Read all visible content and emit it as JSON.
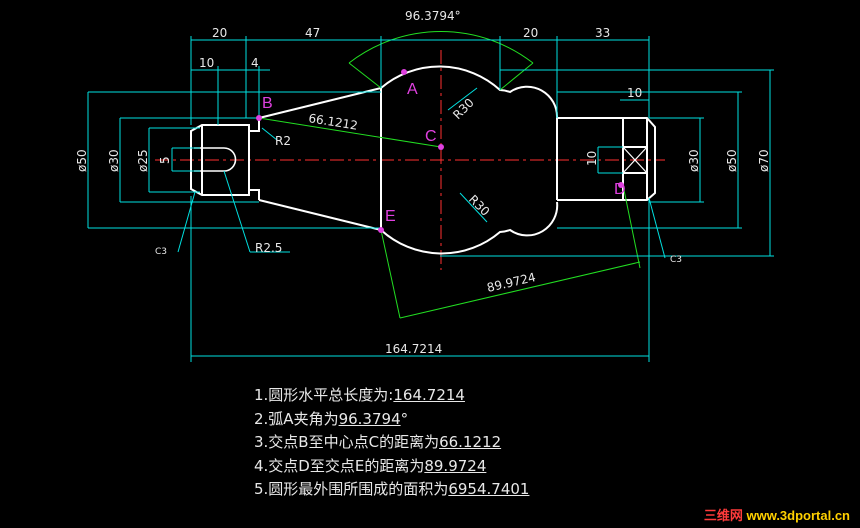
{
  "dimensions": {
    "d20_left": "20",
    "d47": "47",
    "angle": "96.3794°",
    "d20_right": "20",
    "d33": "33",
    "d10_left": "10",
    "d4": "4",
    "d10_right": "10",
    "d10_slot": "10",
    "phi50_left": "ø50",
    "phi30_left": "ø30",
    "phi25": "ø25",
    "d5": "5",
    "phi30_right": "ø30",
    "phi50_right": "ø50",
    "phi70": "ø70",
    "r2": "R2",
    "r30_top": "R30",
    "r30_bot": "R30",
    "r25": "R2.5",
    "c3_left": "C3",
    "c3_right": "C3",
    "bc": "66.1212",
    "de": "89.9724",
    "total": "164.7214"
  },
  "points": {
    "a": "A",
    "b": "B",
    "c": "C",
    "d": "D",
    "e": "E"
  },
  "notes": [
    {
      "text": "1.圆形水平总长度为:",
      "value": "164.7214",
      "suffix": ""
    },
    {
      "text": "2.弧A夹角为",
      "value": "96.3794",
      "suffix": "°"
    },
    {
      "text": "3.交点B至中心点C的距离为",
      "value": "66.1212",
      "suffix": ""
    },
    {
      "text": "4.交点D至交点E的距离为",
      "value": "89.9724",
      "suffix": ""
    },
    {
      "text": "5.圆形最外围所围成的面积为",
      "value": "6954.7401",
      "suffix": ""
    }
  ],
  "watermark": {
    "brand": "三维网",
    "url": "www.3dportal.cn"
  },
  "colors": {
    "outline": "#ffffff",
    "dimension": "#00e0e0",
    "center_line": "#ff3030",
    "helper": "#22dd22",
    "point": "#e040e0"
  }
}
